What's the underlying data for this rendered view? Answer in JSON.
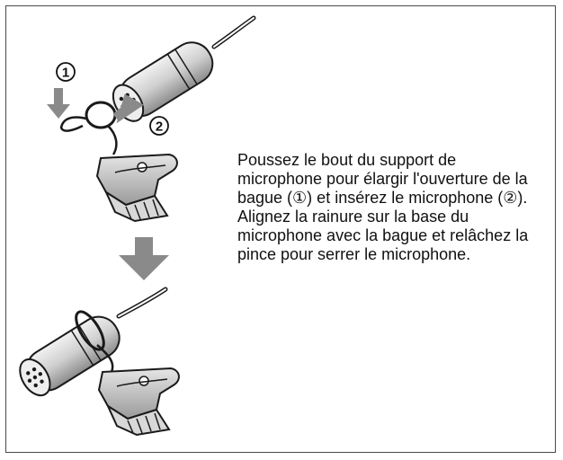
{
  "steps": {
    "step1_marker": "①",
    "step2_marker": "②"
  },
  "instruction": {
    "text": "Poussez le bout du support de microphone pour élargir l'ouverture de la bague (①) et insérez le microphone (②). Alignez la rainure sur la base du microphone avec la bague et relâchez la pince pour serrer le microphone."
  },
  "colors": {
    "arrow_gray": "#8a8a8a",
    "line_dark": "#1a1a1a",
    "mic_body": "#d9d9d9",
    "clip_body": "#c8c8c8"
  },
  "icons": [
    "push-arrow-icon",
    "insert-arrow-icon",
    "down-arrow-icon",
    "microphone-icon",
    "mic-clip-icon"
  ]
}
